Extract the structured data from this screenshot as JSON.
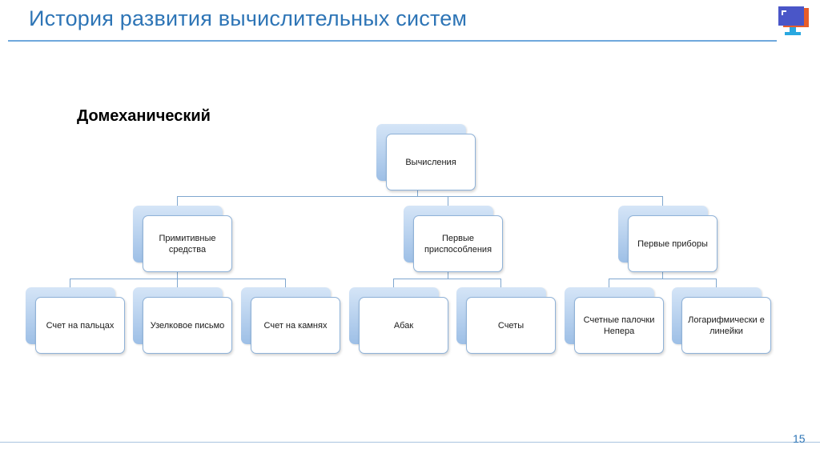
{
  "slide": {
    "title": "История развития вычислительных систем",
    "subtitle": "Домеханический",
    "page_number": "15"
  },
  "diagram": {
    "root": "Вычисления",
    "groups": [
      {
        "label": "Примитивные средства",
        "children": [
          "Счет на пальцах",
          "Узелковое письмо",
          "Счет на камнях"
        ]
      },
      {
        "label": "Первые приспособления",
        "children": [
          "Абак",
          "Счеты"
        ]
      },
      {
        "label": "Первые приборы",
        "children": [
          "Счетные палочки Непера",
          "Логарифмически е линейки"
        ]
      }
    ]
  },
  "colors": {
    "title": "#2e75b6",
    "node_fill": "#9dbfe6",
    "connector": "#7fa7cf"
  }
}
